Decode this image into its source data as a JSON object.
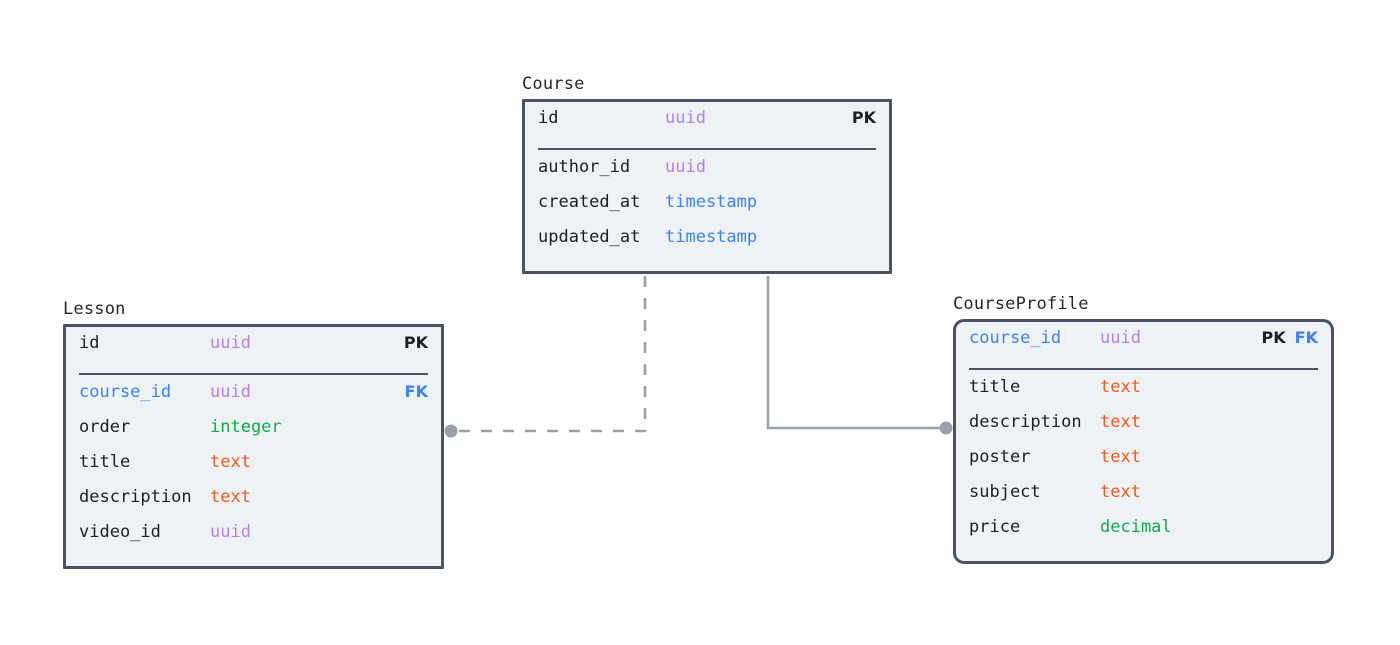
{
  "diagram": {
    "type": "entity-relationship-diagram",
    "background_color": "#ffffff",
    "entity_border_color": "#4b5262",
    "entity_fill_color": "#eef2f5",
    "connector_color": "#9aa0ab",
    "type_colors": {
      "uuid": "#b47ff0",
      "timestamp": "#3b82f6",
      "text": "#f0591a",
      "integer": "#0eab4a",
      "decimal": "#0eab4a"
    },
    "key_colors": {
      "PK": "#1c1f26",
      "FK": "#3b82f6"
    }
  },
  "entities": {
    "lesson": {
      "title": "Lesson",
      "primary": [
        {
          "name": "id",
          "type": "uuid",
          "keys": [
            "PK"
          ]
        }
      ],
      "fields": [
        {
          "name": "course_id",
          "type": "uuid",
          "keys": [
            "FK"
          ]
        },
        {
          "name": "order",
          "type": "integer",
          "keys": []
        },
        {
          "name": "title",
          "type": "text",
          "keys": []
        },
        {
          "name": "description",
          "type": "text",
          "keys": []
        },
        {
          "name": "video_id",
          "type": "uuid",
          "keys": []
        }
      ]
    },
    "course": {
      "title": "Course",
      "primary": [
        {
          "name": "id",
          "type": "uuid",
          "keys": [
            "PK"
          ]
        }
      ],
      "fields": [
        {
          "name": "author_id",
          "type": "uuid",
          "keys": []
        },
        {
          "name": "created_at",
          "type": "timestamp",
          "keys": []
        },
        {
          "name": "updated_at",
          "type": "timestamp",
          "keys": []
        }
      ]
    },
    "courseprofile": {
      "title": "CourseProfile",
      "primary": [
        {
          "name": "course_id",
          "type": "uuid",
          "keys": [
            "PK",
            "FK"
          ]
        }
      ],
      "fields": [
        {
          "name": "title",
          "type": "text",
          "keys": []
        },
        {
          "name": "description",
          "type": "text",
          "keys": []
        },
        {
          "name": "poster",
          "type": "text",
          "keys": []
        },
        {
          "name": "subject",
          "type": "text",
          "keys": []
        },
        {
          "name": "price",
          "type": "decimal",
          "keys": []
        }
      ]
    }
  },
  "relationships": [
    {
      "id": "course-lesson",
      "from": "course",
      "to": "lesson",
      "line_style": "dashed"
    },
    {
      "id": "course-courseprofile",
      "from": "course",
      "to": "courseprofile",
      "line_style": "solid"
    }
  ]
}
